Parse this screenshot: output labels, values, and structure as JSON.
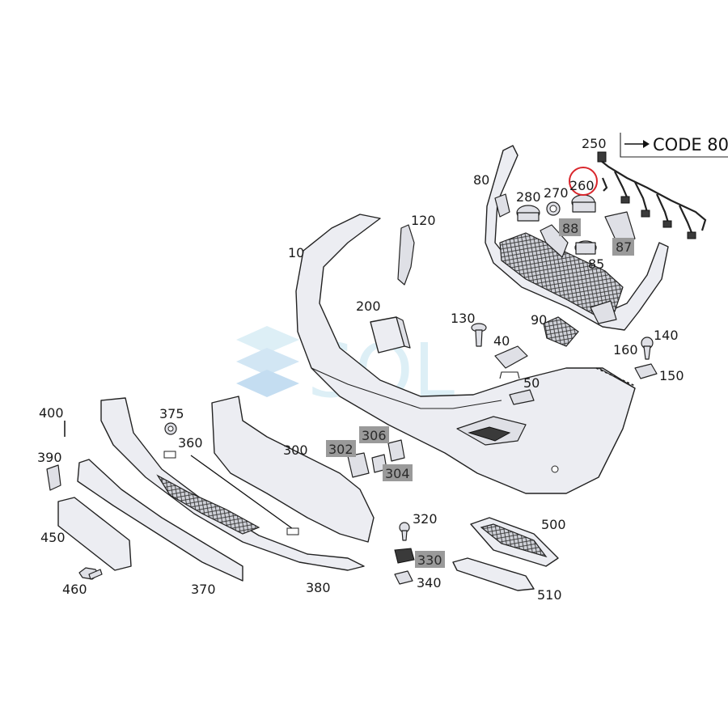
{
  "code_label": "CODE 80",
  "watermark": "SOL",
  "highlight_color": "#9a9a9a",
  "circle_color": "#d9262c",
  "labels": {
    "l10": "10",
    "l40": "40",
    "l50": "50",
    "l80": "80",
    "l85": "85",
    "l87": "87",
    "l88": "88",
    "l90": "90",
    "l120": "120",
    "l130": "130",
    "l140": "140",
    "l150": "150",
    "l160": "160",
    "l200": "200",
    "l250": "250",
    "l260": "260",
    "l270": "270",
    "l280": "280",
    "l300": "300",
    "l302": "302",
    "l304": "304",
    "l306": "306",
    "l320": "320",
    "l330": "330",
    "l340": "340",
    "l360": "360",
    "l370": "370",
    "l375": "375",
    "l380": "380",
    "l390": "390",
    "l400": "400",
    "l450": "450",
    "l460": "460",
    "l500": "500",
    "l510": "510"
  }
}
